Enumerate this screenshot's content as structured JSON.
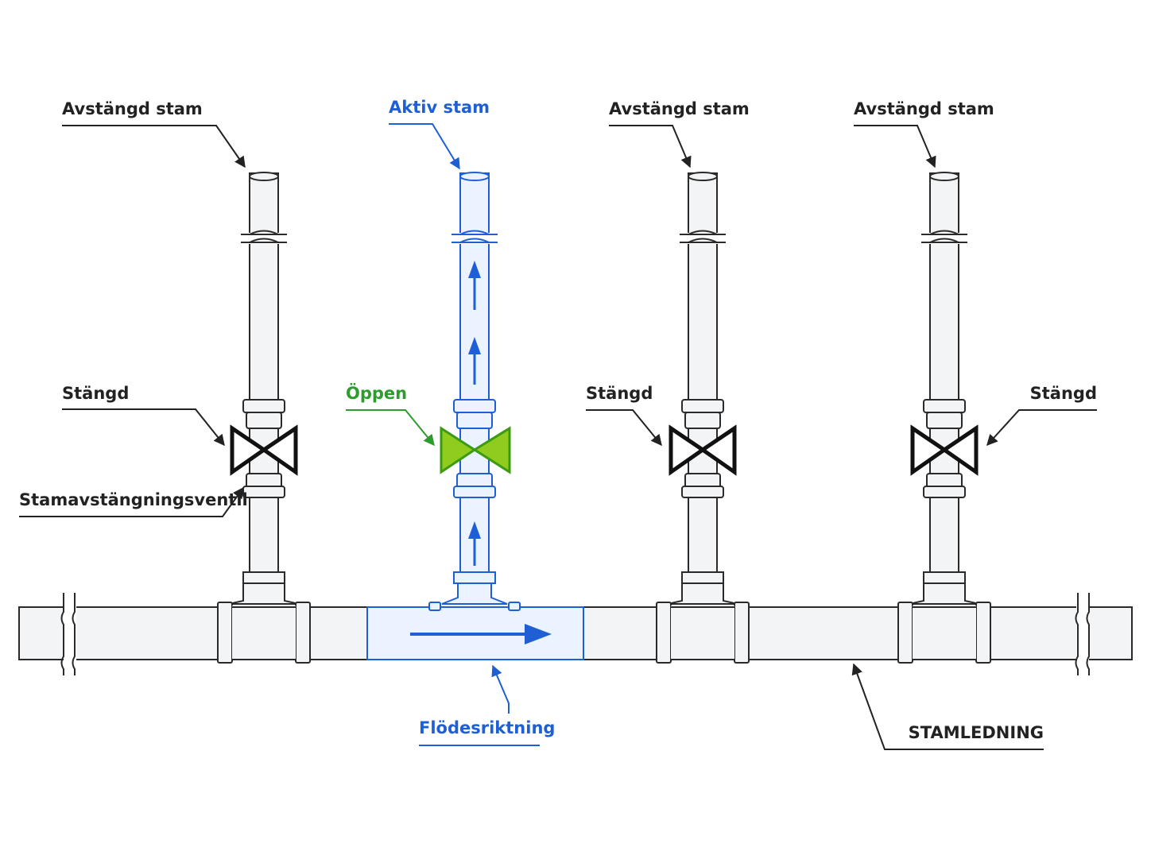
{
  "labels": {
    "stem1": "Avstängd stam",
    "stem2": "Aktiv stam",
    "stem3": "Avstängd stam",
    "stem4": "Avstängd stam",
    "valve1": "Stängd",
    "valve2": "Öppen",
    "valve3": "Stängd",
    "valve4": "Stängd",
    "valve_type": "Stamavstängningsventil",
    "flow": "Flödesriktning",
    "main_line": "STAMLEDNING"
  },
  "colors": {
    "ink": "#222222",
    "active_blue": "#1f5fd6",
    "open_green": "#8fcc1e",
    "open_label_green": "#2e9b2e",
    "pipe_fill": "#f3f4f5"
  },
  "valves": [
    {
      "stem": 1,
      "state": "closed"
    },
    {
      "stem": 2,
      "state": "open"
    },
    {
      "stem": 3,
      "state": "closed"
    },
    {
      "stem": 4,
      "state": "closed"
    }
  ]
}
